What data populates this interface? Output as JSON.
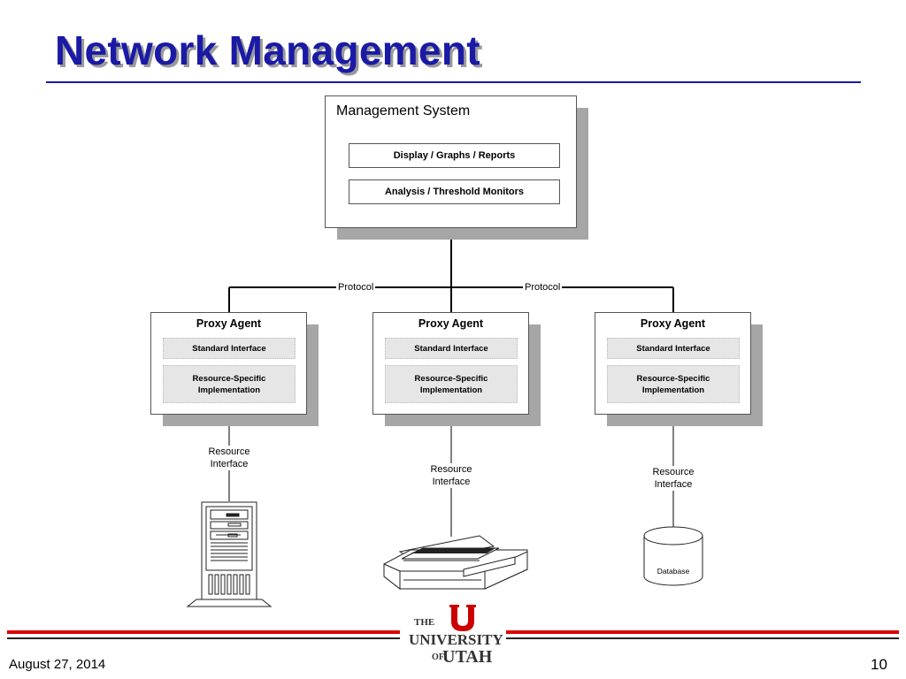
{
  "title": "Network Management",
  "management_system": {
    "title": "Management System",
    "components": [
      "Display / Graphs / Reports",
      "Analysis / Threshold Monitors"
    ]
  },
  "protocol_labels": [
    "Protocol",
    "Protocol"
  ],
  "agents": [
    {
      "title": "Proxy Agent",
      "interface": "Standard Interface",
      "implementation": "Resource-Specific Implementation",
      "resource_label": "Resource Interface",
      "device": "server-tower-icon"
    },
    {
      "title": "Proxy Agent",
      "interface": "Standard Interface",
      "implementation": "Resource-Specific Implementation",
      "resource_label": "Resource Interface",
      "device": "printer-icon"
    },
    {
      "title": "Proxy Agent",
      "interface": "Standard Interface",
      "implementation": "Resource-Specific Implementation",
      "resource_label": "Resource Interface",
      "device": "database-icon"
    }
  ],
  "database_label": "Database",
  "logo": {
    "line1": "THE",
    "line2": "UNIVERSITY",
    "line3_small": "OF",
    "line3": "UTAH",
    "accent": "#cc0000"
  },
  "footer": {
    "date": "August 27, 2014",
    "page": "10"
  },
  "colors": {
    "title": "#1a1aa6",
    "accent_red": "#dd0000",
    "shadow": "#a6a6a6"
  }
}
